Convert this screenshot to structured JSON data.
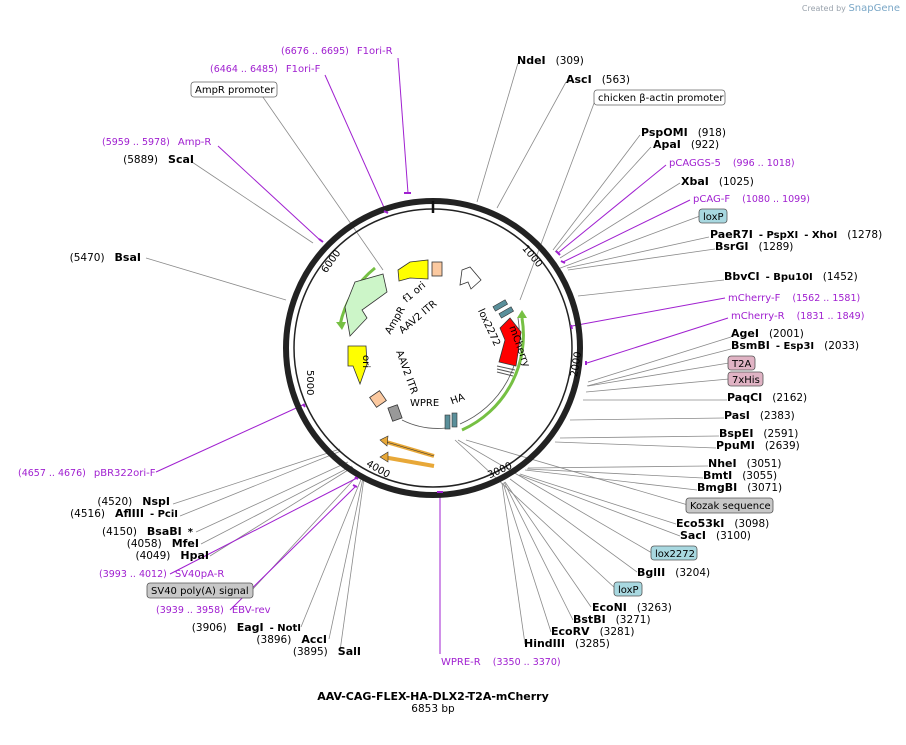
{
  "brand": {
    "prefix": "Created by",
    "name": "SnapGene"
  },
  "plasmid": {
    "name": "AAV-CAG-FLEX-HA-DLX2-T2A-mCherry",
    "size_text": "6853 bp"
  },
  "ticks": [
    "1000",
    "2000",
    "3000",
    "4000",
    "5000",
    "6000"
  ],
  "feature_labels": [
    "f1 ori",
    "AAV2 ITR",
    "AmpR",
    "ori",
    "AAV2 ITR",
    "WPRE",
    "HA",
    "lox2272",
    "mCherry"
  ],
  "enzymes_right": [
    {
      "name": "NdeI",
      "pos": "(309)"
    },
    {
      "name": "AscI",
      "pos": "(563)"
    },
    {
      "name": "PspOMI",
      "pos": "(918)"
    },
    {
      "name": "ApaI",
      "pos": "(922)"
    },
    {
      "name": "XbaI",
      "pos": "(1025)"
    },
    {
      "name": "PaeR7I",
      "extra": "- PspXI",
      "extra2": "- XhoI",
      "pos": "(1278)"
    },
    {
      "name": "BsrGI",
      "pos": "(1289)"
    },
    {
      "name": "BbvCI",
      "extra": "- Bpu10I",
      "pos": "(1452)"
    },
    {
      "name": "AgeI",
      "pos": "(2001)"
    },
    {
      "name": "BsmBI",
      "extra": "- Esp3I",
      "pos": "(2033)"
    },
    {
      "name": "PaqCI",
      "pos": "(2162)"
    },
    {
      "name": "PasI",
      "pos": "(2383)"
    },
    {
      "name": "BspEI",
      "pos": "(2591)"
    },
    {
      "name": "PpuMI",
      "pos": "(2639)"
    },
    {
      "name": "NheI",
      "pos": "(3051)"
    },
    {
      "name": "BmtI",
      "pos": "(3055)"
    },
    {
      "name": "BmgBI",
      "pos": "(3071)"
    },
    {
      "name": "Eco53kI",
      "pos": "(3098)"
    },
    {
      "name": "SacI",
      "pos": "(3100)"
    },
    {
      "name": "BglII",
      "pos": "(3204)"
    },
    {
      "name": "EcoNI",
      "pos": "(3263)"
    },
    {
      "name": "BstBI",
      "pos": "(3271)"
    },
    {
      "name": "EcoRV",
      "pos": "(3281)"
    },
    {
      "name": "HindIII",
      "pos": "(3285)"
    }
  ],
  "enzymes_left": [
    {
      "name": "ScaI",
      "pos": "(5889)"
    },
    {
      "name": "BsaI",
      "pos": "(5470)"
    },
    {
      "name": "NspI",
      "pos": "(4520)"
    },
    {
      "name": "AflIII",
      "extra": "- PciI",
      "pos": "(4516)"
    },
    {
      "name": "BsaBI",
      "extra": "*",
      "pos": "(4150)"
    },
    {
      "name": "MfeI",
      "pos": "(4058)"
    },
    {
      "name": "HpaI",
      "pos": "(4049)"
    },
    {
      "name": "EagI",
      "extra": "- NotI",
      "pos": "(3906)"
    },
    {
      "name": "AccI",
      "pos": "(3896)"
    },
    {
      "name": "SalI",
      "pos": "(3895)"
    }
  ],
  "primers": [
    {
      "name": "F1ori-R",
      "pos": "(6676 .. 6695)"
    },
    {
      "name": "F1ori-F",
      "pos": "(6464 .. 6485)"
    },
    {
      "name": "Amp-R",
      "pos": "(5959 .. 5978)"
    },
    {
      "name": "pCAGGS-5",
      "pos": "(996 .. 1018)"
    },
    {
      "name": "pCAG-F",
      "pos": "(1080 .. 1099)"
    },
    {
      "name": "mCherry-F",
      "pos": "(1562 .. 1581)"
    },
    {
      "name": "mCherry-R",
      "pos": "(1831 .. 1849)"
    },
    {
      "name": "pBR322ori-F",
      "pos": "(4657 .. 4676)"
    },
    {
      "name": "SV40pA-R",
      "pos": "(3993 .. 4012)"
    },
    {
      "name": "EBV-rev",
      "pos": "(3939 .. 3958)"
    },
    {
      "name": "WPRE-R",
      "pos": "(3350 .. 3370)"
    }
  ],
  "boxes": {
    "ampr_promoter": "AmpR promoter",
    "chicken_actin": "chicken β-actin promoter",
    "loxp1": "loxP",
    "t2a": "T2A",
    "his": "7xHis",
    "kozak": "Kozak sequence",
    "lox2272": "lox2272",
    "loxp2": "loxP",
    "sv40": "SV40 poly(A) signal"
  },
  "colors": {
    "primer": "#a020d0",
    "backbone": "#222222",
    "loxp_fill": "#a8d8e0",
    "tag_fill": "#e0b3c4",
    "kozak_fill": "#c8c8c8"
  }
}
